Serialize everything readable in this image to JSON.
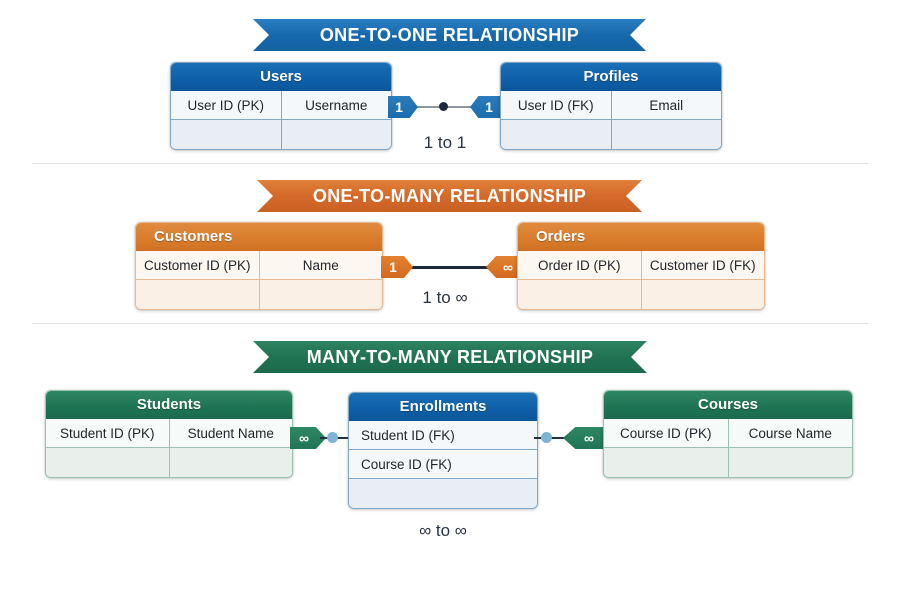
{
  "diagram": {
    "sections": [
      {
        "banner": "ONE-TO-ONE RELATIONSHIP",
        "accent": "#14639f",
        "caption": "1 to 1",
        "left_table": {
          "title": "Users",
          "columns": [
            "User ID (PK)",
            "Username"
          ]
        },
        "right_table": {
          "title": "Profiles",
          "columns": [
            "User ID (FK)",
            "Email"
          ]
        },
        "left_cardinality": "1",
        "right_cardinality": "1"
      },
      {
        "banner": "ONE-TO-MANY RELATIONSHIP",
        "accent": "#c96124",
        "caption": "1 to ∞",
        "left_table": {
          "title": "Customers",
          "columns": [
            "Customer ID (PK)",
            "Name"
          ]
        },
        "right_table": {
          "title": "Orders",
          "columns": [
            "Order ID (PK)",
            "Customer ID (FK)"
          ]
        },
        "left_cardinality": "1",
        "right_cardinality": "∞"
      },
      {
        "banner": "MANY-TO-MANY RELATIONSHIP",
        "accent": "#1c6a4d",
        "caption": "∞ to ∞",
        "left_table": {
          "title": "Students",
          "columns": [
            "Student ID (PK)",
            "Student Name"
          ]
        },
        "right_table": {
          "title": "Courses",
          "columns": [
            "Course ID (PK)",
            "Course Name"
          ]
        },
        "junction_table": {
          "title": "Enrollments",
          "rows": [
            "Student ID (FK)",
            "Course ID (FK)"
          ]
        },
        "left_cardinality": "∞",
        "right_cardinality": "∞"
      }
    ]
  }
}
